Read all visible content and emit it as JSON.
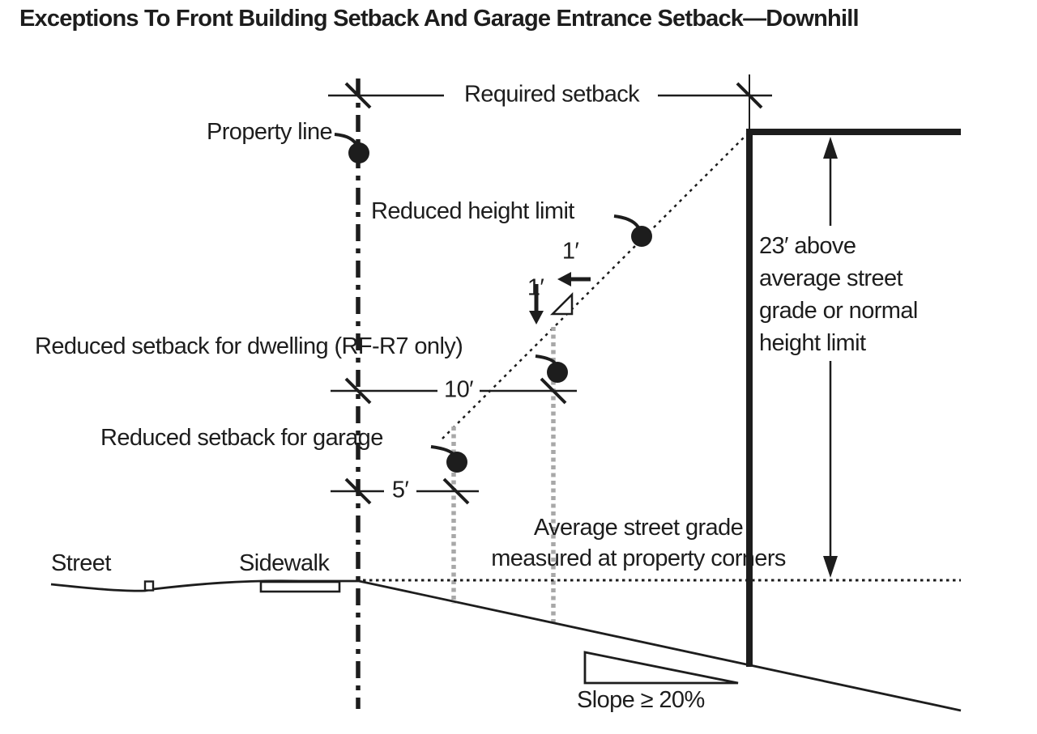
{
  "title": "Exceptions To Front Building Setback And Garage Entrance Setback—Downhill",
  "labels": {
    "required_setback": "Required setback",
    "property_line": "Property line",
    "reduced_height_limit": "Reduced height limit",
    "run_one_foot": "1′",
    "rise_one_foot": "1′",
    "reduced_setback_dwelling": "Reduced setback for dwelling (RF-R7 only)",
    "dim_ten_feet": "10′",
    "reduced_setback_garage": "Reduced setback for garage",
    "dim_five_feet": "5′",
    "height_note": "23′ above\naverage street\ngrade or normal\nheight limit",
    "street": "Street",
    "sidewalk": "Sidewalk",
    "average_grade_note": "Average street grade\nmeasured at property corners",
    "slope_note": "Slope ≥ 20%"
  },
  "colors": {
    "ink": "#1d1d1d",
    "gray_dashed": "#a8a8a8",
    "background": "#ffffff"
  }
}
